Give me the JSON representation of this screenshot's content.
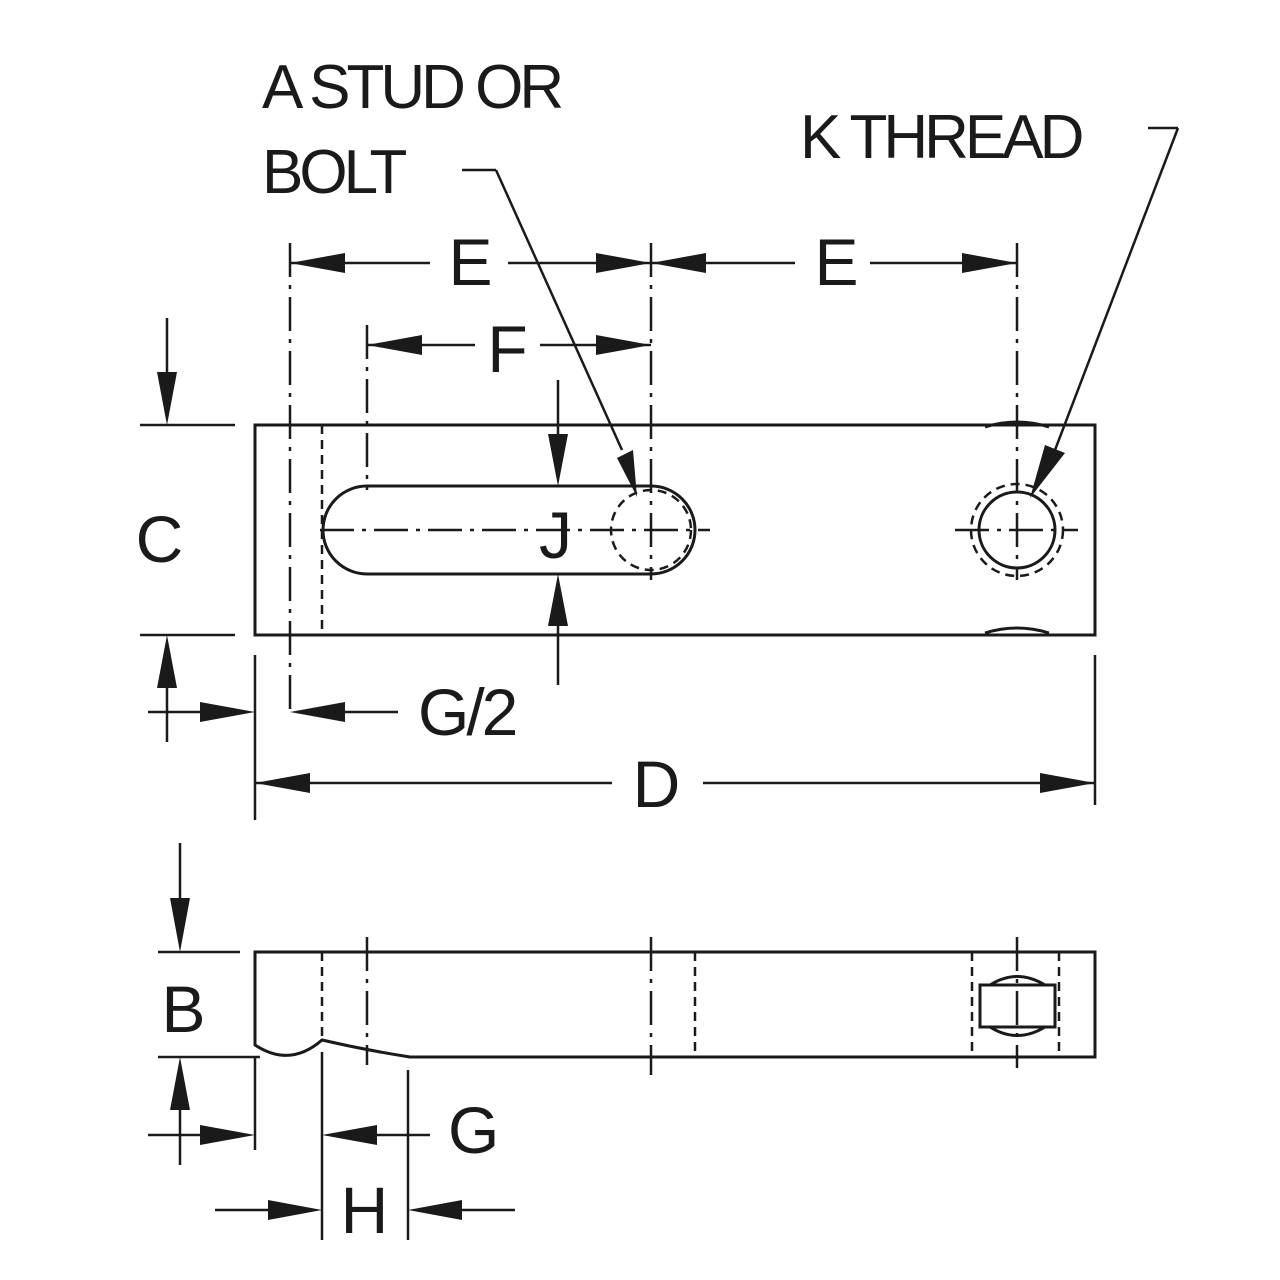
{
  "labels": {
    "callout_a_line1": "A STUD OR",
    "callout_a_line2": "BOLT",
    "callout_k": "K THREAD",
    "dim_e_left": "E",
    "dim_e_right": "E",
    "dim_f": "F",
    "dim_c": "C",
    "dim_j": "J",
    "dim_g_half": "G/2",
    "dim_d": "D",
    "dim_b": "B",
    "dim_g": "G",
    "dim_h": "H"
  },
  "colors": {
    "ink": "#1a1a1a",
    "paper": "#ffffff"
  }
}
